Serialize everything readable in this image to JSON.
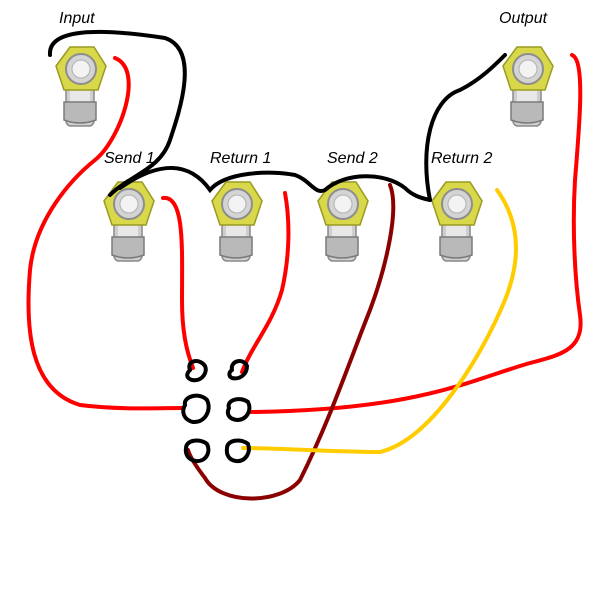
{
  "labels": {
    "input": "Input",
    "output": "Output",
    "send1": "Send 1",
    "return1": "Return 1",
    "send2": "Send 2",
    "return2": "Return 2"
  },
  "colors": {
    "jack_washer": "#d8d84a",
    "jack_metal": "#b9b9b9",
    "wire_black": "#000000",
    "wire_red": "#ff0000",
    "wire_darkred": "#8b0000",
    "wire_yellow": "#ffcc00"
  },
  "icons": {
    "jack": "audio-jack-icon",
    "switch_lug": "switch-lug-icon"
  }
}
